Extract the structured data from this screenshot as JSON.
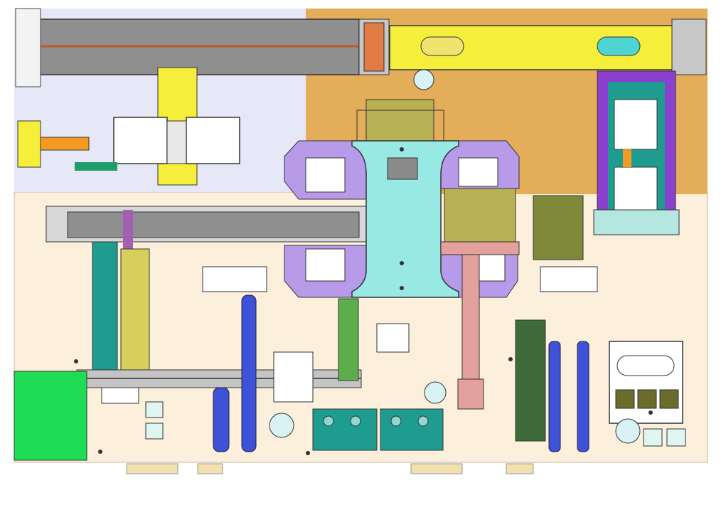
{
  "drawing": {
    "type": "CAD assembly top-view layout",
    "colors": {
      "floor": "#fcefdc",
      "upper_panel_left": "#e7e8f7",
      "upper_panel_right": "#e3ad5a",
      "conveyor_gray": "#8f8f8f",
      "slide_yellow": "#f5ef3c",
      "rotary_cyan": "#98e8e3",
      "lavender": "#b79be8",
      "olive": "#b8b154",
      "teal": "#1e9c8f",
      "dark_green": "#3f6b3a",
      "purple": "#8b3fcf",
      "blue": "#3e52d9",
      "pink": "#e3a09c",
      "green_block": "#1edc55",
      "white_parts": "#ffffff",
      "orange": "#f39a23",
      "line": "#3a3a3a"
    },
    "icons": [
      "fastener-hole",
      "circle-window",
      "slot-cutout"
    ]
  }
}
